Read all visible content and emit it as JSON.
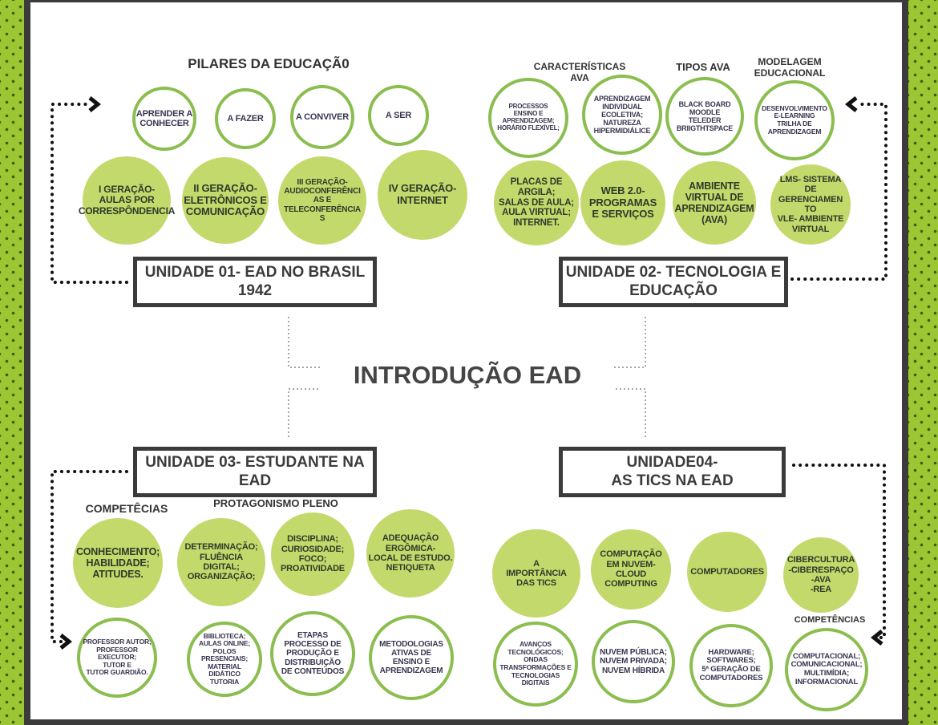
{
  "title": "INTRODUÇÃO EAD",
  "colors": {
    "circle_fill": "#c4d96c",
    "circle_stroke": "#8bbd4f",
    "frame": "#3b3b3b",
    "border_green": "#9cc732"
  },
  "units": [
    {
      "label": "UNIDADE 01- EAD NO BRASIL\n1942"
    },
    {
      "label": "UNIDADE 02- TECNOLOGIA E\nEDUCAÇÃO"
    },
    {
      "label": "UNIDADE 03- ESTUDANTE NA\nEAD"
    },
    {
      "label": "UNIDADE04-\nAS TICS NA EAD"
    }
  ],
  "labels": [
    "PILARES DA EDUCAÇÃ0",
    "CARACTERÍSTICAS\nAVA",
    "TIPOS AVA",
    "MODELAGEM\nEDUCACIONAL",
    "COMPETÊCIAS",
    "PROTAGONISMO PLENO",
    "COMPETÊNCIAS"
  ],
  "circles": [
    "APRENDER A\nCONHECER",
    "A FAZER",
    "A CONVIVER",
    "A SER",
    "I GERAÇÃO-\nAULAS POR\nCORRESPÔNDENCIA",
    "II GERAÇÃO-\nELETRÔNICOS E\nCOMUNICAÇÃO",
    "III GERAÇÃO-\nAUDIOCONFERÊNCI\nAS E\nTELECONFERÊNCIA\nS",
    "IV GERAÇÃO-\nINTERNET",
    "PROCESSOS\nENSINO E\nAPRENDIZAGEM;\nHORÁRIO FLEXÍVEL;",
    "APRENDIZAGEM\nINDIVIDUAL\nECOLETIVA;\nNATUREZA\nHIPERMIDIÁLICE",
    "BLACK BOARD\nMOODLE\nTELEDER\nBRIIGTHTSPACE",
    "DESENVOLVIMENTO\nE-LEARNING\nTRILHA DE\nAPRENDIZAGEM",
    "PLACAS DE\nARGILA;\nSALAS DE AULA;\nAULA VIRTUAL;\nINTERNET.",
    "WEB 2.0-\nPROGRAMAS\nE SERVIÇOS",
    "AMBIENTE\nVIRTUAL DE\nAPRENDIZAGEM\n(AVA)",
    "LMS- SISTEMA\nDE\nGERENCIAMEN\nTO\nVLE- AMBIENTE\nVIRTUAL",
    "CONHECIMENTO;\nHABILIDADE;\nATITUDES.",
    "DETERMINAÇÃO;\nFLUÊNCIA\nDIGITAL;\nORGANIZAÇÃO;",
    "DISCIPLINA;\nCURIOSIDADE;\nFOCO;\nPROATIVIDADE",
    "ADEQUAÇÃO\nERGÔMICA-\nLOCAL DE ESTUDO.\nNETIQUETA",
    "PROFESSOR AUTOR;\nPROFESSOR\nEXECUTOR;\nTUTOR E\nTUTOR GUARDIÃO.",
    "BIBLIOTECA;\nAULAS ONLINE;\nPOLOS\nPRESENCIAIS;\nMATERIAL\nDIDÁTICO\nTUTORIA",
    "ETAPAS\nPROCESSO DE\nPRODUÇÃO E\nDISTRIBUIÇÃO\nDE CONTEÚDOS",
    "METODOLOGIAS\nATIVAS DE\nENSINO E\nAPRENDIZAGEM",
    "A\nIMPORTÂNCIA\nDAS TICS",
    "COMPUTAÇÃO\nEM NUVEM-\nCLOUD\nCOMPUTING",
    "COMPUTADORES",
    "CIBERCULTURA\n-CIBERESPAÇO\n-AVA\n-REA",
    "AVANÇOS\nTECNOLÓGICOS;\nONDAS\nTRANSFORMAÇÕES E\nTECNOLOGIAS\nDIGITAIS",
    "NUVEM PÚBLICA;\nNUVEM PRIVADA;\nNUVEM HÍBRIDA",
    "HARDWARE;\nSOFTWARES;\n5ª GERAÇÃO DE\nCOMPUTADORES",
    "COMPUTACIONAL;\nCOMUNICACIONAL;\nMULTIMÍDIA;\nINFORMACIONAL"
  ]
}
